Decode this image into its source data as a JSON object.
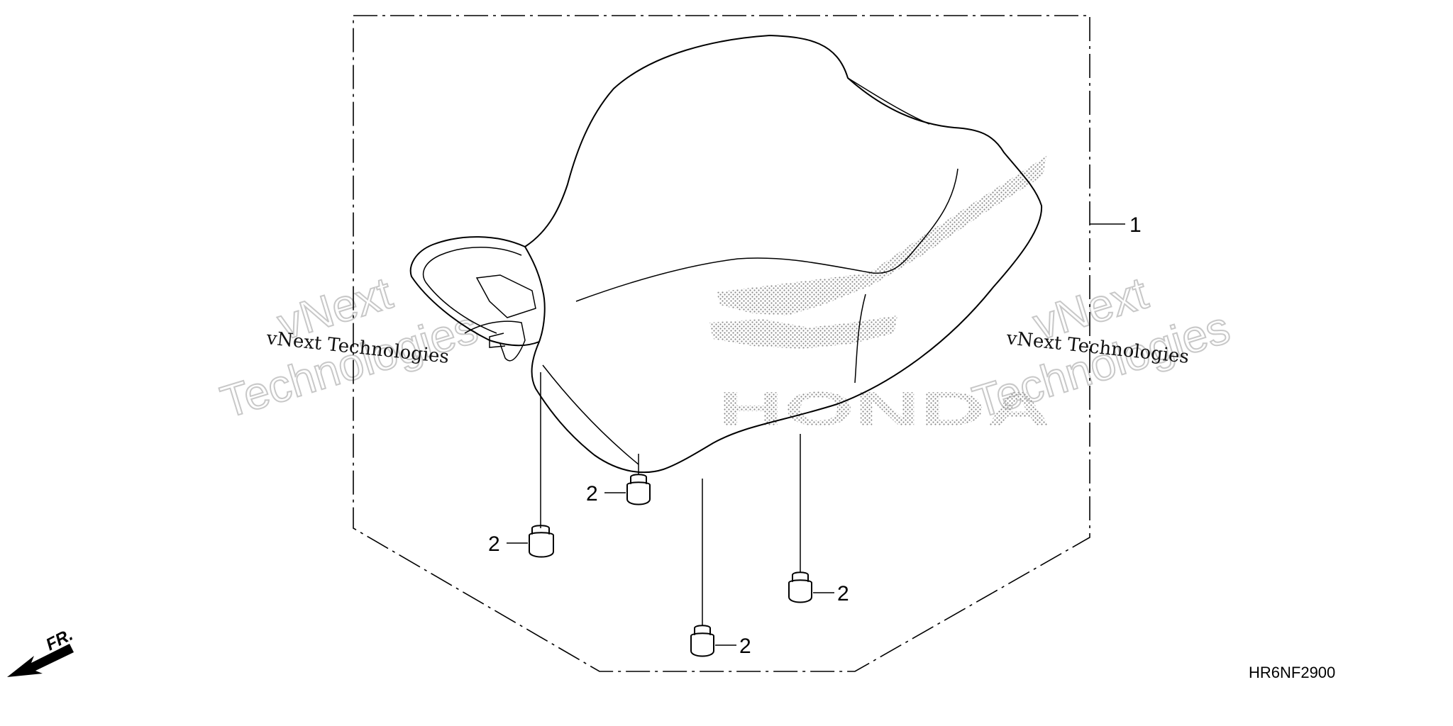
{
  "diagram": {
    "parts": [
      {
        "ref": "1",
        "name": "seat"
      },
      {
        "ref": "2",
        "name": "rubber cushion"
      }
    ],
    "callouts": {
      "part_1": "1",
      "cushion_a": "2",
      "cushion_b": "2",
      "cushion_c": "2",
      "cushion_d": "2"
    },
    "figure_code": "HR6NF2900",
    "front_marker": "FR.",
    "logo_text": "HONDA"
  },
  "watermarks": {
    "left_small": "vNext Technologies",
    "left_large_1": "vNext",
    "left_large_2": "Technologies",
    "right_small": "vNext Technologies",
    "right_large_1": "vNext",
    "right_large_2": "Technologies"
  },
  "colors": {
    "line": "#000000",
    "watermark": "#c8c8c8",
    "stipple": "#8a8a8a"
  }
}
